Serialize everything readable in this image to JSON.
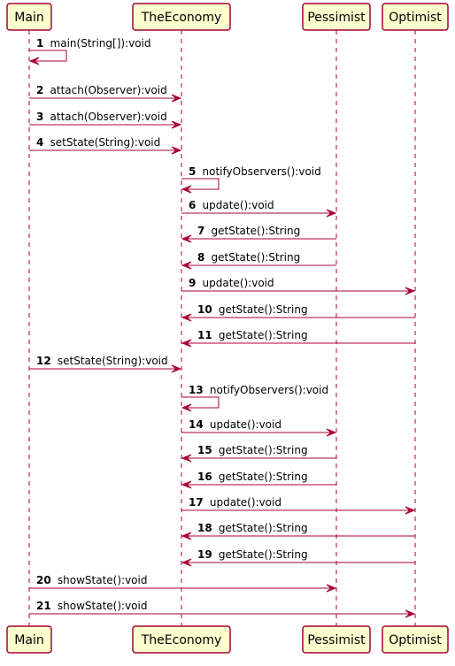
{
  "participants": [
    "Main",
    "TheEconomy",
    "Pessimist",
    "Optimist"
  ],
  "colors": {
    "line": "#A80036",
    "box_fill": "#FEFECE",
    "text": "#000000"
  },
  "messages": [
    {
      "num": "1",
      "from": "Main",
      "to": "Main",
      "label": "main(String[]):void"
    },
    {
      "num": "2",
      "from": "Main",
      "to": "TheEconomy",
      "label": "attach(Observer):void"
    },
    {
      "num": "3",
      "from": "Main",
      "to": "TheEconomy",
      "label": "attach(Observer):void"
    },
    {
      "num": "4",
      "from": "Main",
      "to": "TheEconomy",
      "label": "setState(String):void"
    },
    {
      "num": "5",
      "from": "TheEconomy",
      "to": "TheEconomy",
      "label": "notifyObservers():void"
    },
    {
      "num": "6",
      "from": "TheEconomy",
      "to": "Pessimist",
      "label": "update():void"
    },
    {
      "num": "7",
      "from": "Pessimist",
      "to": "TheEconomy",
      "label": "getState():String"
    },
    {
      "num": "8",
      "from": "Pessimist",
      "to": "TheEconomy",
      "label": "getState():String"
    },
    {
      "num": "9",
      "from": "TheEconomy",
      "to": "Optimist",
      "label": "update():void"
    },
    {
      "num": "10",
      "from": "Optimist",
      "to": "TheEconomy",
      "label": "getState():String"
    },
    {
      "num": "11",
      "from": "Optimist",
      "to": "TheEconomy",
      "label": "getState():String"
    },
    {
      "num": "12",
      "from": "Main",
      "to": "TheEconomy",
      "label": "setState(String):void"
    },
    {
      "num": "13",
      "from": "TheEconomy",
      "to": "TheEconomy",
      "label": "notifyObservers():void"
    },
    {
      "num": "14",
      "from": "TheEconomy",
      "to": "Pessimist",
      "label": "update():void"
    },
    {
      "num": "15",
      "from": "Pessimist",
      "to": "TheEconomy",
      "label": "getState():String"
    },
    {
      "num": "16",
      "from": "Pessimist",
      "to": "TheEconomy",
      "label": "getState():String"
    },
    {
      "num": "17",
      "from": "TheEconomy",
      "to": "Optimist",
      "label": "update():void"
    },
    {
      "num": "18",
      "from": "Optimist",
      "to": "TheEconomy",
      "label": "getState():String"
    },
    {
      "num": "19",
      "from": "Optimist",
      "to": "TheEconomy",
      "label": "getState():String"
    },
    {
      "num": "20",
      "from": "Main",
      "to": "Pessimist",
      "label": "showState():void"
    },
    {
      "num": "21",
      "from": "Main",
      "to": "Optimist",
      "label": "showState():void"
    }
  ]
}
